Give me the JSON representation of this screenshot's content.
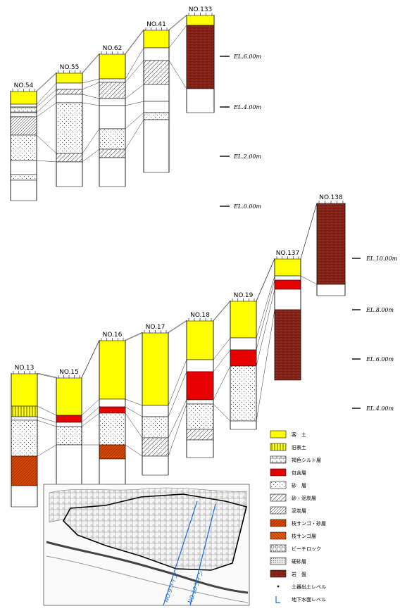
{
  "colors": {
    "fill_soil": "#ffff00",
    "old_topsoil": "#ffff00",
    "inclusion_layer": "#e60000",
    "coral_gravel": "#d94800",
    "bedrock": "#7a1e14",
    "route_blue": "#1a6fd0"
  },
  "upper_group": {
    "elevation_labels": [
      "EL.6.00m",
      "EL.4.00m",
      "EL.2.00m",
      "EL.0.00m"
    ],
    "columns": [
      "NO.54",
      "NO.55",
      "NO.62",
      "NO.41",
      "NO.133"
    ]
  },
  "lower_group": {
    "elevation_labels": [
      "EL.10.00m",
      "EL.8.00m",
      "EL.6.00m",
      "EL.4.00m"
    ],
    "columns": [
      "NO.13",
      "NO.15",
      "NO.16",
      "NO.17",
      "NO.18",
      "NO.19",
      "NO.137",
      "NO.138"
    ]
  },
  "legend": [
    {
      "label": "客　土",
      "pattern": "fill"
    },
    {
      "label": "旧表土",
      "pattern": "old"
    },
    {
      "label": "褐色シルト層",
      "pattern": "silt"
    },
    {
      "label": "包含層",
      "pattern": "incl"
    },
    {
      "label": "砂　層",
      "pattern": "sand"
    },
    {
      "label": "砂・泥炭層",
      "pattern": "peatsand"
    },
    {
      "label": "泥炭層",
      "pattern": "peat"
    },
    {
      "label": "枝サンゴ・砂層",
      "pattern": "coralsand"
    },
    {
      "label": "枝サンゴ層",
      "pattern": "coral"
    },
    {
      "label": "ビーチロック",
      "pattern": "beach"
    },
    {
      "label": "硬砂層",
      "pattern": "hard"
    },
    {
      "label": "岩　盤",
      "pattern": "rock"
    },
    {
      "label": "土器出土レベル",
      "pattern": "dot"
    },
    {
      "label": "地下水面レベル",
      "pattern": "water"
    }
  ],
  "map": {
    "route_labels": [
      "NO.9ライン",
      "NO.10ライン"
    ]
  }
}
